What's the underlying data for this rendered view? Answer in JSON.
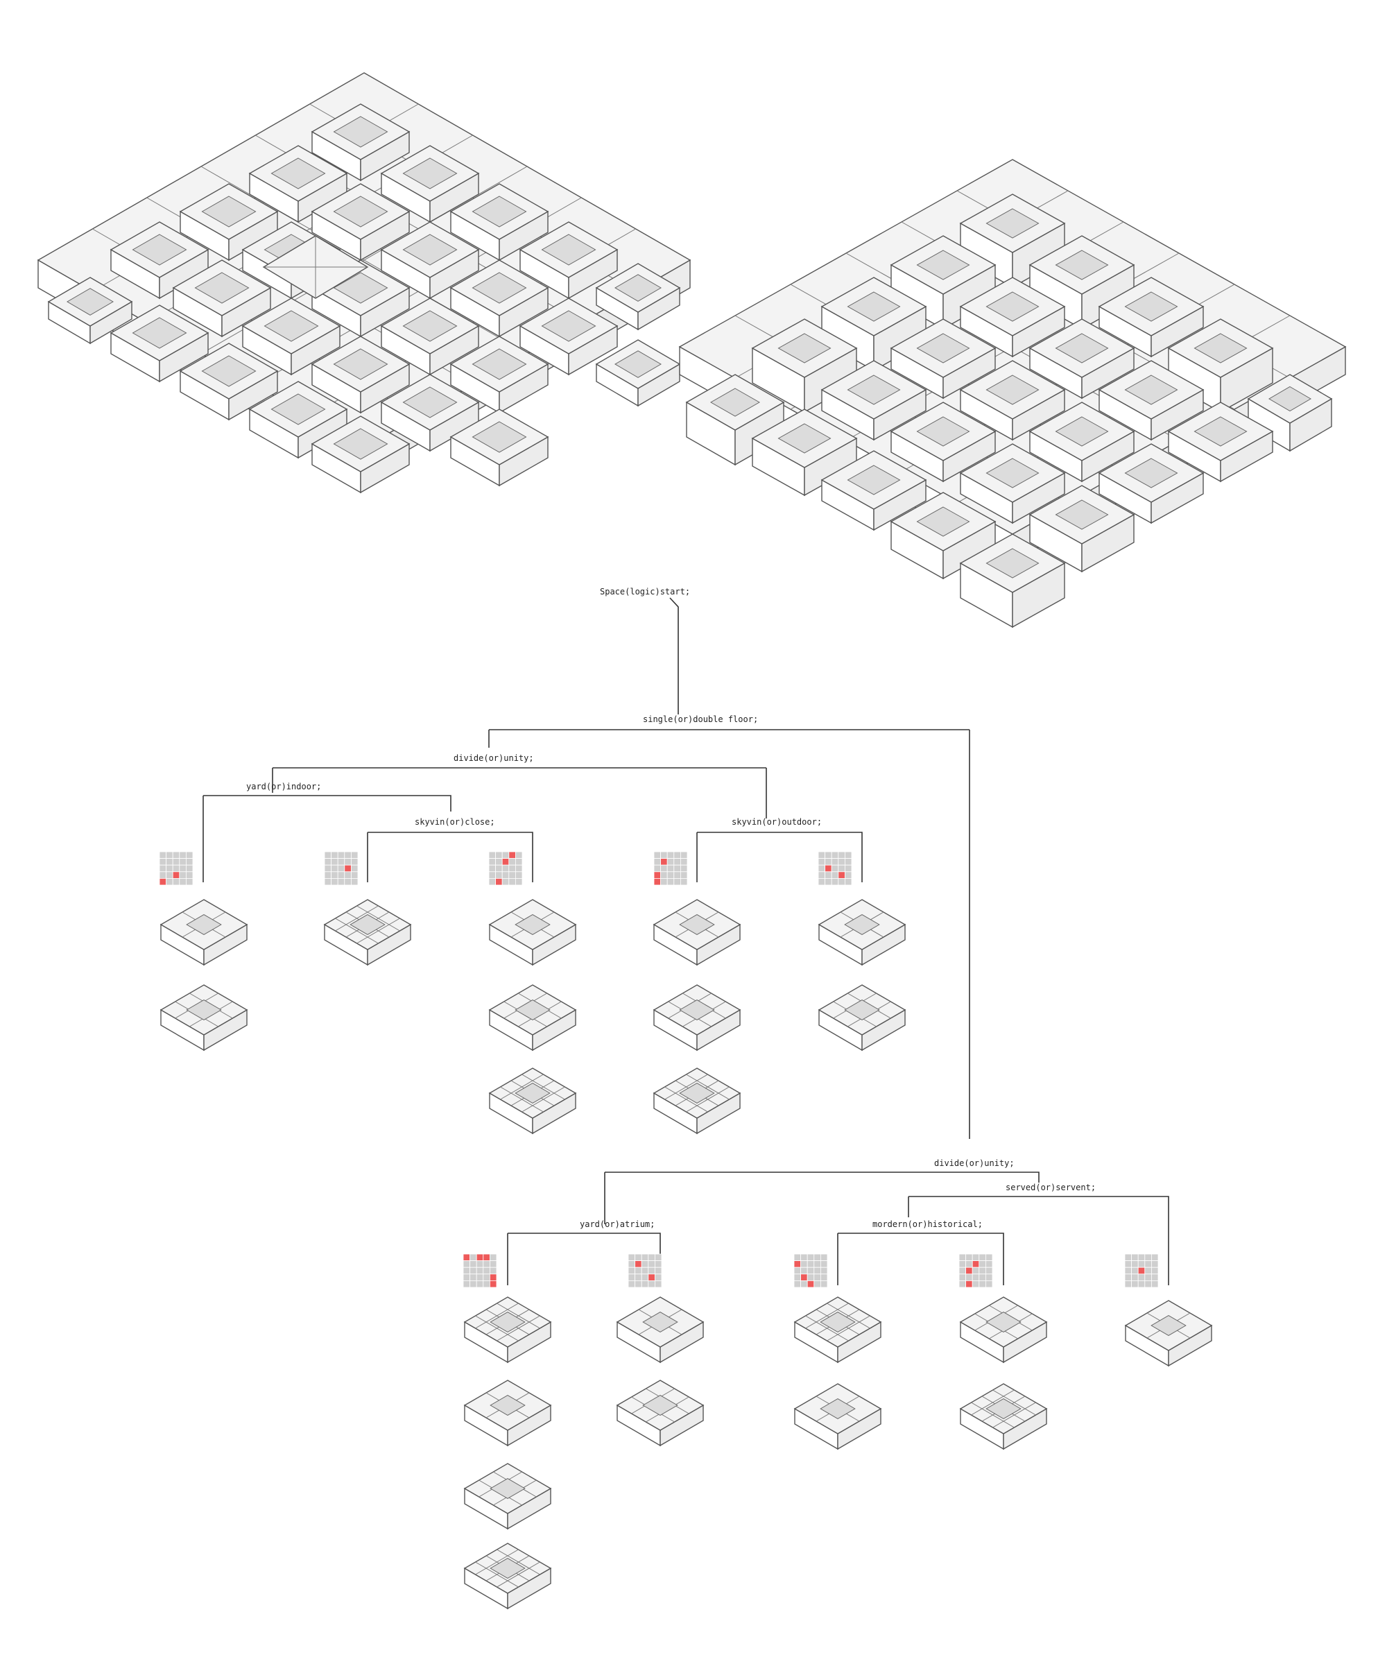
{
  "tree": {
    "nodes": [
      {
        "id": "root",
        "label": "Space(logic)start;"
      },
      {
        "id": "n1",
        "label": "single(or)double floor;"
      },
      {
        "id": "n2",
        "label": "divide(or)unity;"
      },
      {
        "id": "n3",
        "label": "yard(or)indoor;"
      },
      {
        "id": "n4",
        "label": "skyvin(or)close;"
      },
      {
        "id": "n5",
        "label": "skyvin(or)outdoor;"
      },
      {
        "id": "n6",
        "label": "divide(or)unity;"
      },
      {
        "id": "n7",
        "label": "served(or)servent;"
      },
      {
        "id": "n8",
        "label": "yard(or)atrium;"
      },
      {
        "id": "n9",
        "label": "mordern(or)historical;"
      }
    ]
  },
  "grids": [
    {
      "id": "g1",
      "on": [
        17,
        20
      ]
    },
    {
      "id": "g2",
      "on": [
        13
      ]
    },
    {
      "id": "g3",
      "on": [
        3,
        7,
        21
      ]
    },
    {
      "id": "g4",
      "on": [
        6,
        15,
        20
      ]
    },
    {
      "id": "g5",
      "on": [
        11,
        18
      ]
    },
    {
      "id": "g6",
      "on": [
        0,
        2,
        3,
        19,
        24
      ]
    },
    {
      "id": "g7",
      "on": [
        6,
        18
      ]
    },
    {
      "id": "g8",
      "on": [
        5,
        16,
        22
      ]
    },
    {
      "id": "g9",
      "on": [
        7,
        11,
        21
      ]
    },
    {
      "id": "g10",
      "on": [
        12
      ]
    }
  ]
}
